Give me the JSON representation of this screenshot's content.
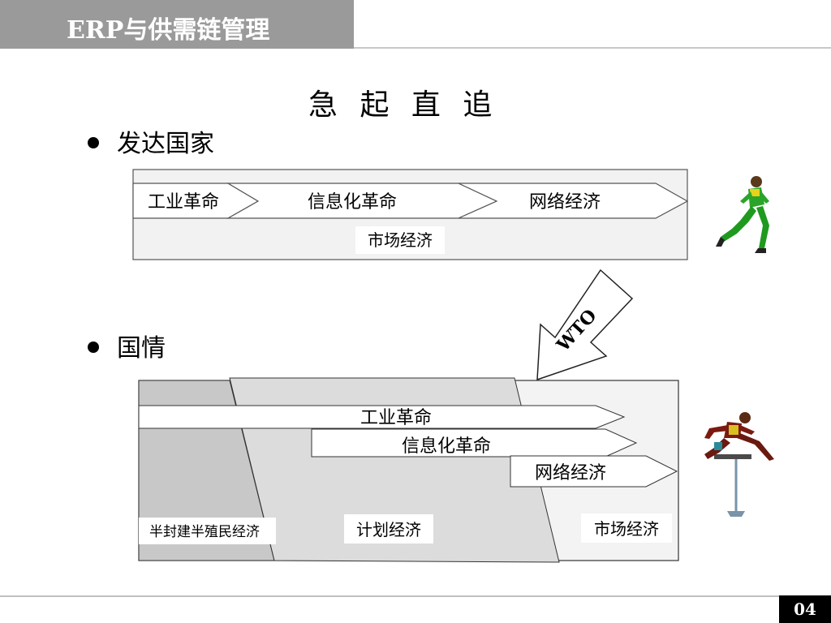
{
  "header": {
    "title": "ERP与供需链管理"
  },
  "slide": {
    "title": "急 起 直 追",
    "page_number": "04"
  },
  "developed": {
    "bullet": "发达国家",
    "stages": [
      "工业革命",
      "信息化革命",
      "网络经济"
    ],
    "economy": "市场经济"
  },
  "wto": {
    "label": "WTO"
  },
  "national": {
    "bullet": "国情",
    "stages": [
      "工业革命",
      "信息化革命",
      "网络经济"
    ],
    "economies": [
      "半封建半殖民经济",
      "计划经济",
      "市场经济"
    ]
  },
  "icons": [
    "runner-icon",
    "hurdler-icon"
  ]
}
